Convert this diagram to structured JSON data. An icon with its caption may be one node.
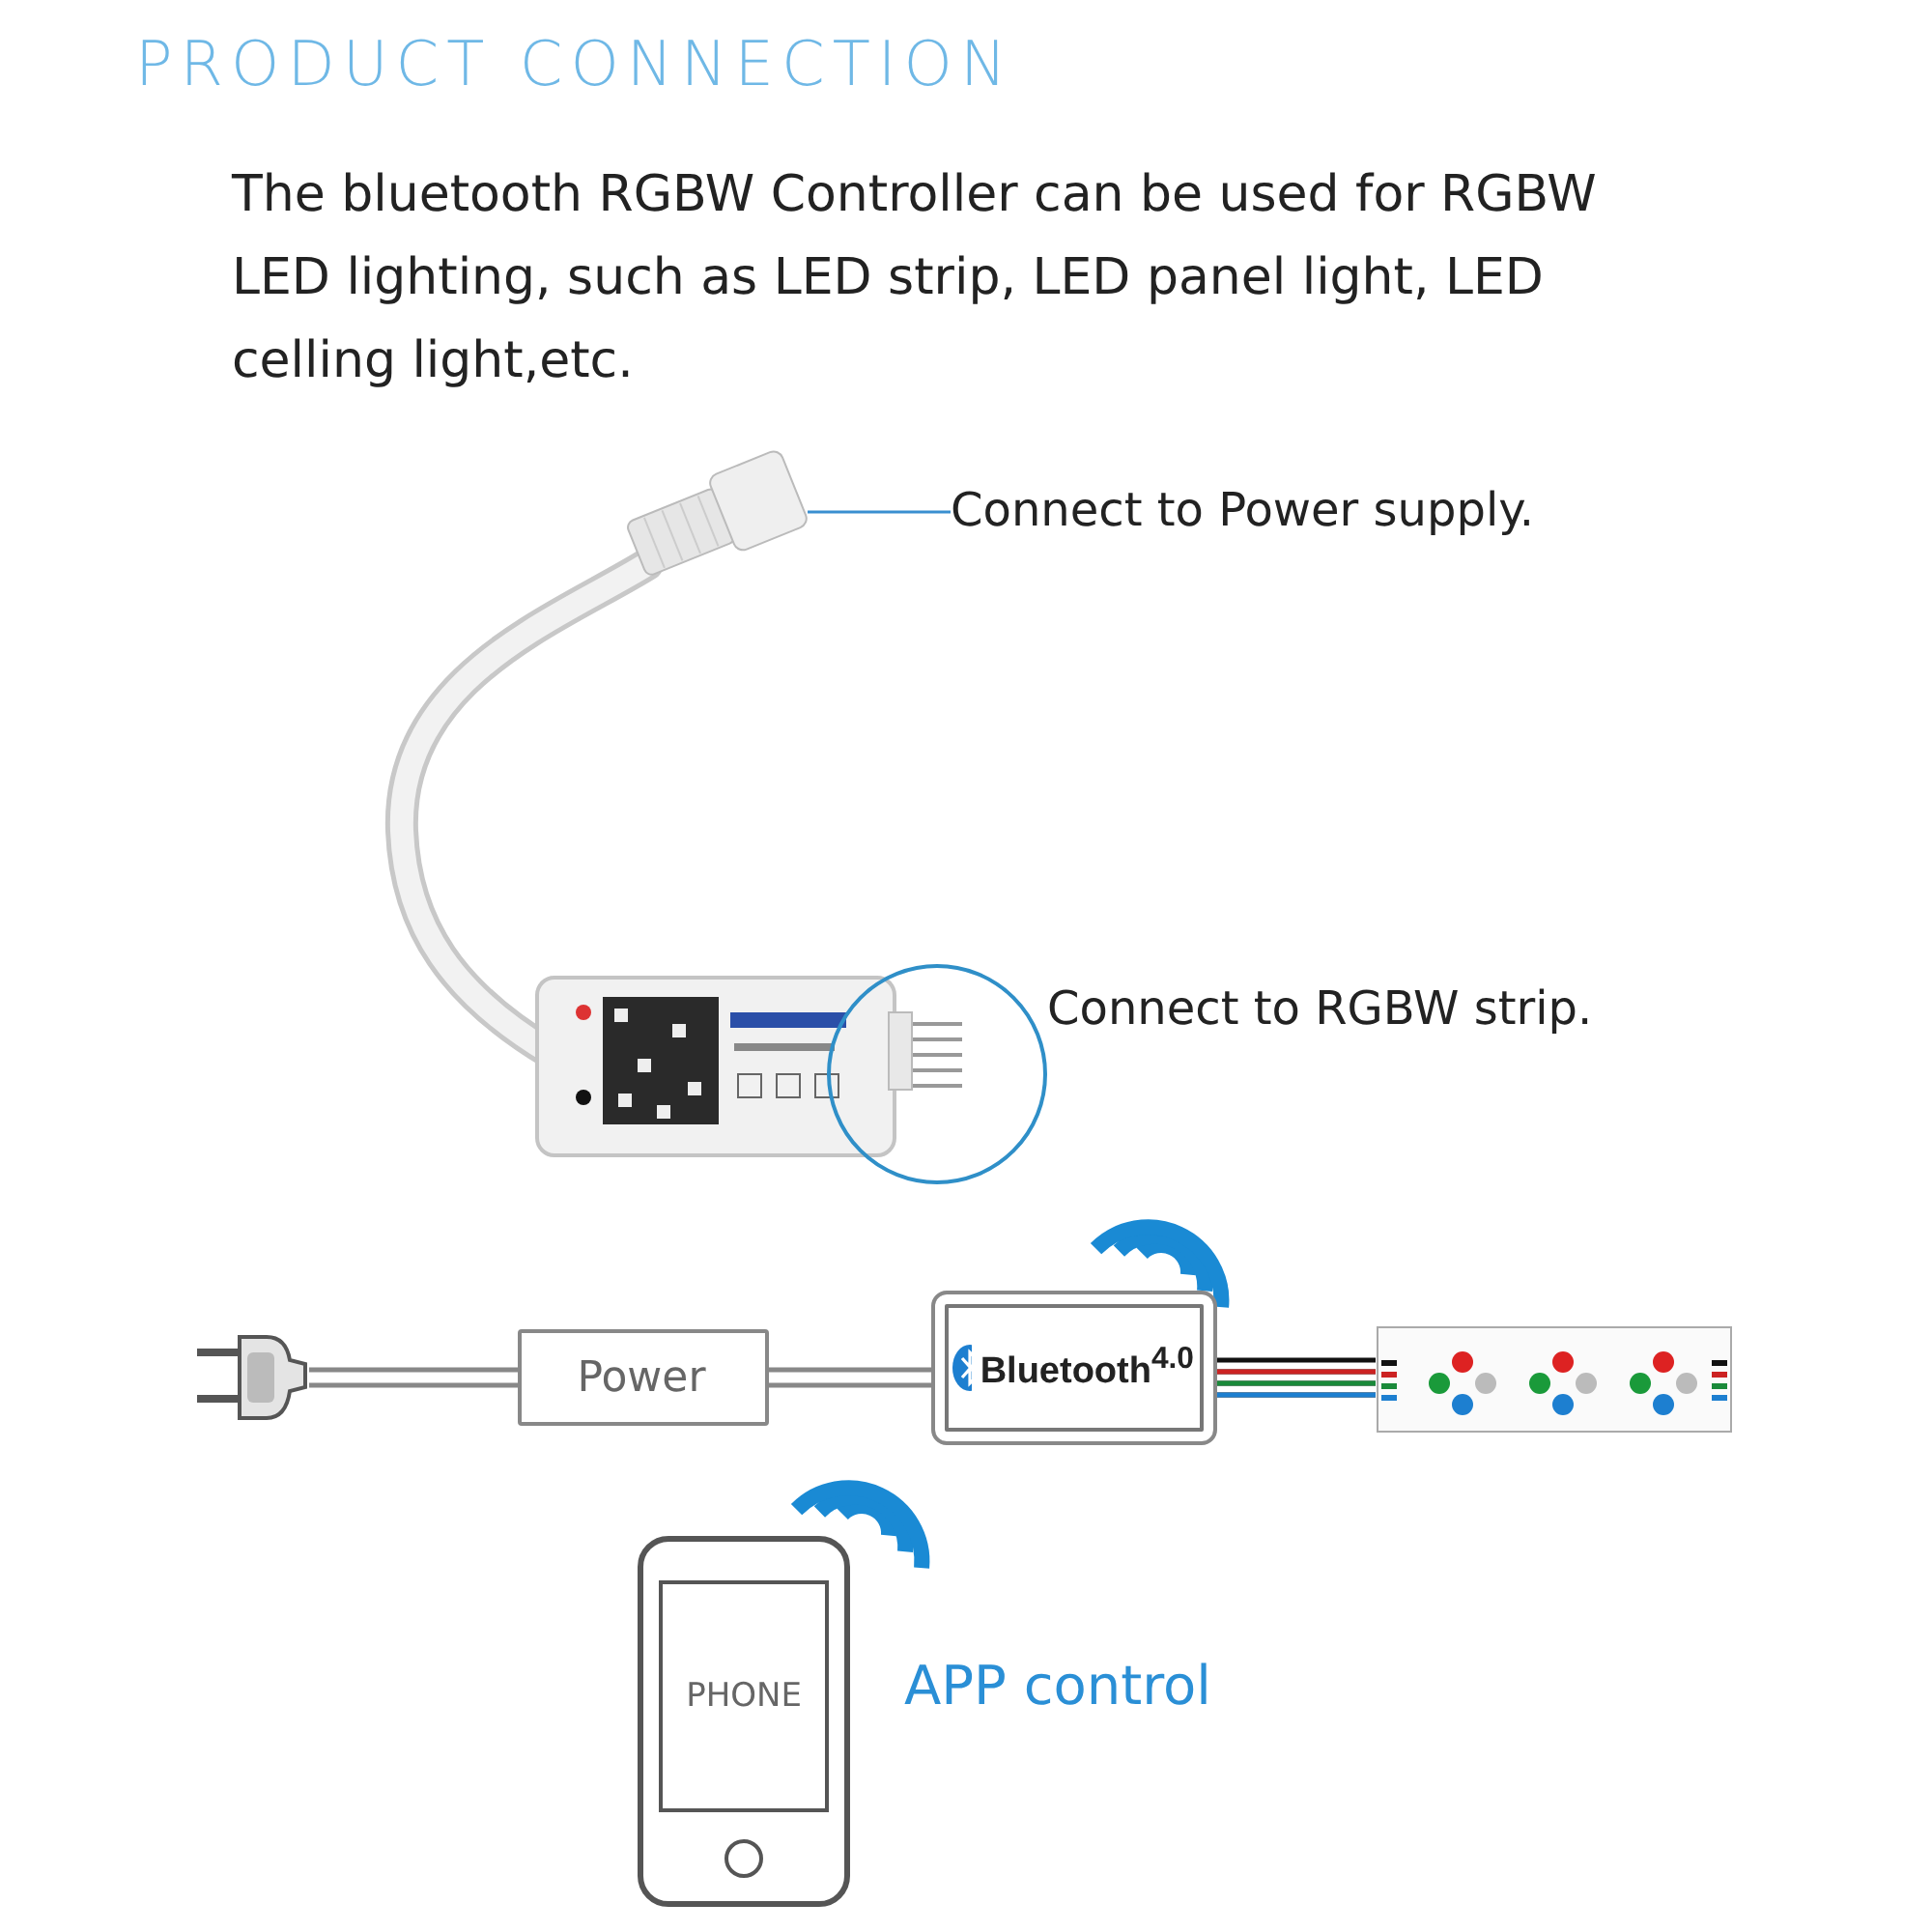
{
  "diagram": {
    "title": "PRODUCT CONNECTION",
    "nodes": [
      {
        "text": [],
        "shape": "picture"
      },
      {
        "text": [
          "Connect to Power supply."
        ]
      },
      {
        "text": [],
        "shape": "circle",
        "beside": [
          "Connect to RGBW strip."
        ]
      },
      {
        "text": [],
        "shape": "picture"
      },
      {
        "text": [
          "Power"
        ]
      },
      {
        "text": [
          "Bluetooth$^{4.0}$"
        ]
      },
      {
        "text": [],
        "shape": "picture"
      },
      {
        "text": [
          "PHONE"
        ],
        "beside": [
          "APP control"
        ]
      }
    ],
    "edges": [
      {
        "from": 1,
        "to": 0,
        "arrow": "none",
        "color": "#3a8fd0"
      },
      {
        "from": 3,
        "to": 4,
        "arrow": "none"
      },
      {
        "from": 4,
        "to": 5,
        "arrow": "none"
      },
      {
        "from": 5,
        "to": 6,
        "arrow": "none",
        "color": "#111111"
      }
    ],
    "labels": [
      "The bluetooth RGBW Controller can be used for RGBW LED lighting, such as LED strip, LED panel light, LED celling light,etc."
    ]
  }
}
